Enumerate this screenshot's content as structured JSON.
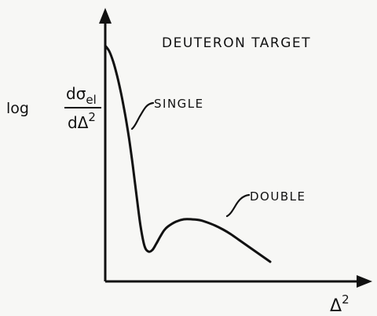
{
  "colors": {
    "ink": "#111111",
    "background": "#f7f7f5"
  },
  "chart_data": {
    "type": "line",
    "title": "DEUTERON TARGET",
    "ylabel": {
      "prefix": "log",
      "numerator": "dσ",
      "numerator_subscript": "el",
      "denominator": "dΔ",
      "denominator_superscript": "2"
    },
    "xlabel": {
      "base": "Δ",
      "superscript": "2"
    },
    "x_ticks": [],
    "y_ticks": [],
    "grid": false,
    "annotations": [
      {
        "label": "SINGLE",
        "points_to_x": 0.33
      },
      {
        "label": "DOUBLE",
        "points_to_x": 1.65
      }
    ],
    "xlim": [
      0,
      3.3
    ],
    "ylim": [
      0,
      3.3
    ],
    "series": [
      {
        "x": [
          0.0,
          0.05,
          0.1,
          0.15,
          0.2,
          0.25,
          0.3,
          0.35,
          0.4,
          0.45,
          0.5,
          0.55,
          0.6,
          0.65,
          0.7,
          0.75,
          0.8,
          0.9,
          1.0,
          1.1,
          1.2,
          1.3,
          1.4,
          1.5,
          1.6,
          1.7,
          1.8,
          1.9,
          2.0,
          2.1
        ],
        "y": [
          3.0,
          2.93,
          2.8,
          2.62,
          2.4,
          2.14,
          1.84,
          1.48,
          1.08,
          0.7,
          0.45,
          0.38,
          0.4,
          0.48,
          0.57,
          0.65,
          0.7,
          0.76,
          0.79,
          0.79,
          0.78,
          0.75,
          0.71,
          0.66,
          0.6,
          0.53,
          0.46,
          0.39,
          0.32,
          0.25
        ]
      }
    ]
  }
}
